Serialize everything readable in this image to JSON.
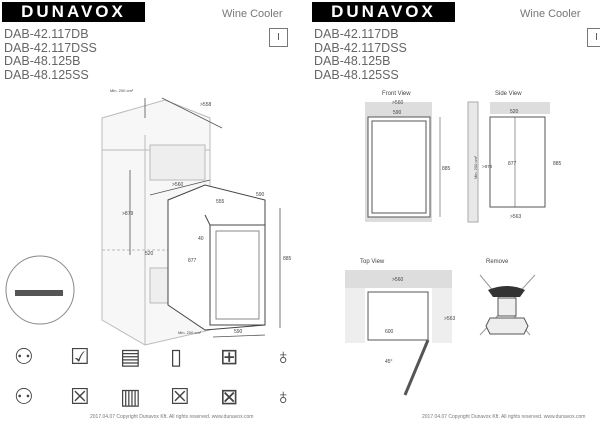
{
  "brand": "DUNAVOX",
  "doc_title": "Wine Cooler",
  "section": "I",
  "models": [
    "DAB-42.117DB",
    "DAB-42.117DSS",
    "DAB-48.125B",
    "DAB-48.125SS"
  ],
  "left": {
    "labels": {
      "vent_top": "Min. 200 cm²",
      "depth_niche": ">558",
      "width_niche": ">560",
      "depth": "590",
      "inner_width": "555",
      "height_niche": ">879",
      "side": "520",
      "gap": "40",
      "height_body": "877",
      "height_total": "885",
      "width": "590",
      "vent_bottom": "Min. 200 cm²"
    }
  },
  "right": {
    "front": {
      "title": "Front View",
      "niche_width": ">560",
      "width": "590",
      "height": "885"
    },
    "side": {
      "title": "Side View",
      "depth": "520",
      "vent": "Min. 200 cm²",
      "niche_height": ">879",
      "body_height": "877",
      "height": "885",
      "niche_depth": ">563"
    },
    "top": {
      "title": "Top View",
      "niche_width": ">560",
      "niche_depth": ">563",
      "door_width": "600",
      "angle": "45°"
    },
    "remove": {
      "title": "Remove"
    }
  },
  "footer": "2017.04.07 Copyright Dunavox Kft. All rights reserved.   www.dunavox.com"
}
